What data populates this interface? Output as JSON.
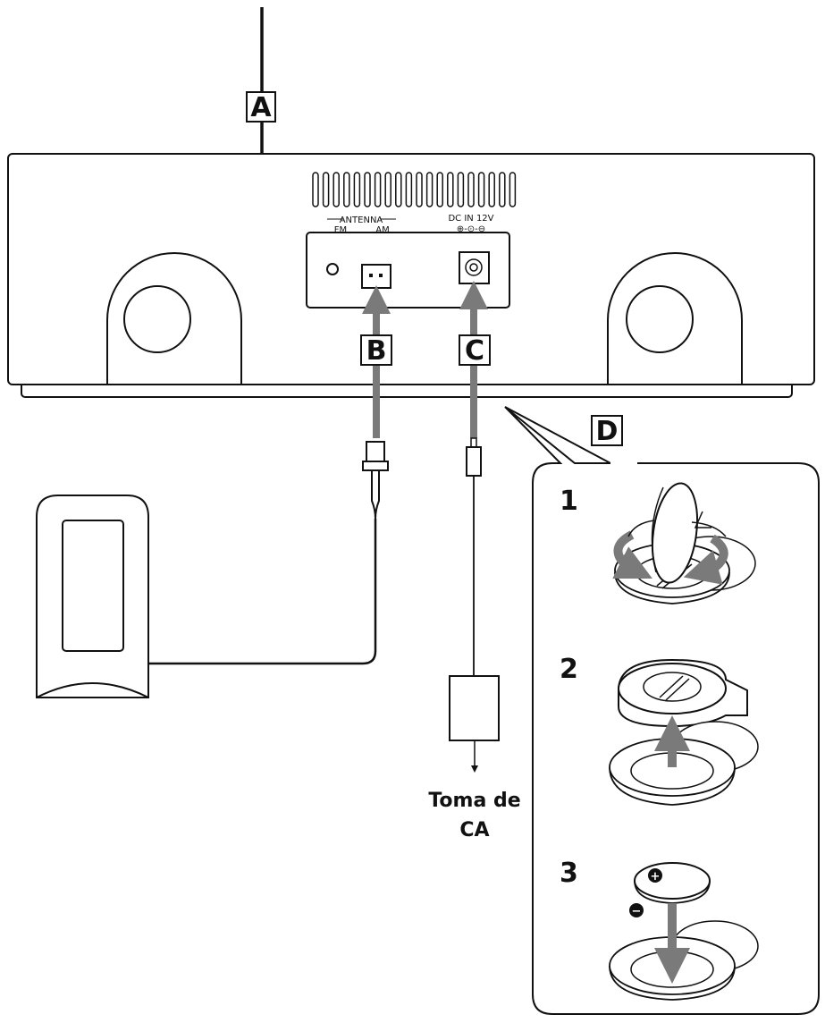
{
  "labels": {
    "a": "A",
    "b": "B",
    "c": "C",
    "d": "D"
  },
  "panel": {
    "antenna": "ANTENNA",
    "fm": "FM",
    "am": "AM",
    "dc_in": "DC IN 12V",
    "polarity": "⊕-⊙-⊖"
  },
  "ac_outlet": {
    "line1": "Toma de",
    "line2": "CA"
  },
  "steps": {
    "s1": "1",
    "s2": "2",
    "s3": "3"
  },
  "battery": {
    "plus": "+",
    "minus": "−"
  },
  "colors": {
    "line": "#111111",
    "arrow": "#7a7a7a",
    "fill": "#ffffff"
  }
}
